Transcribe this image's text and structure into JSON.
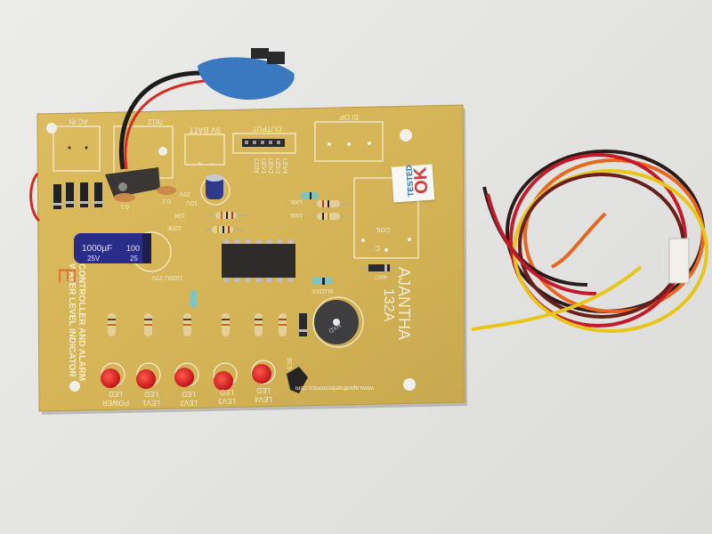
{
  "scene": {
    "description": "Photo of a water level indicator controller PCB with wire harness",
    "background_color": "#e6e6e4",
    "board_color": "#d8b85a"
  },
  "board": {
    "title_line1": "WATER LEVEL INDICATOR",
    "title_line2": "CONTROLLER AND ALARM",
    "brand": "AJANTHA",
    "model": "132A",
    "website": "www.ajanthaelectronics.com",
    "corner_mark": "E"
  },
  "silkscreen": {
    "ac_in": "AC IN",
    "regulator": "7812",
    "battery": "9V BATT",
    "battery_plus": "+",
    "battery_minus": "-",
    "output": "OUTPUT",
    "output_pins": [
      "LEV4",
      "LEV3",
      "LEV2",
      "LEV1",
      "COM"
    ],
    "eop": "E/ OP",
    "coil": "COIL",
    "coil_c": "C",
    "cap_small_1": "0.1",
    "cap_small_2": "0.1",
    "cap_10u": "10U",
    "cap_10u_v": "25V",
    "cap_1000u": "1000U 25V",
    "res_10k": "10K",
    "res_100k_a": "100K",
    "res_100k_b": "100K",
    "res_100k_c": "100K",
    "diode_4007": "4007",
    "buzzer": "BUZZER",
    "transistor": "BC5"
  },
  "components": {
    "electrolytic_main": {
      "line1": "1000µF",
      "line2": "25V",
      "line3": "100",
      "line4": "25"
    },
    "buzzer_mark": "HXD"
  },
  "leds": [
    {
      "label": "POWER",
      "sub": "LED"
    },
    {
      "label": "LEV1",
      "sub": "LED"
    },
    {
      "label": "LEV2",
      "sub": "LED"
    },
    {
      "label": "LEV3",
      "sub": "LED"
    },
    {
      "label": "LEV4",
      "sub": "LED"
    }
  ],
  "sticker": {
    "line1": "TESTED",
    "line2": "OK"
  },
  "wire_colors": [
    "#2a1c1a",
    "#c21a2a",
    "#e8661f",
    "#e8c51a",
    "#6a1f1a"
  ]
}
